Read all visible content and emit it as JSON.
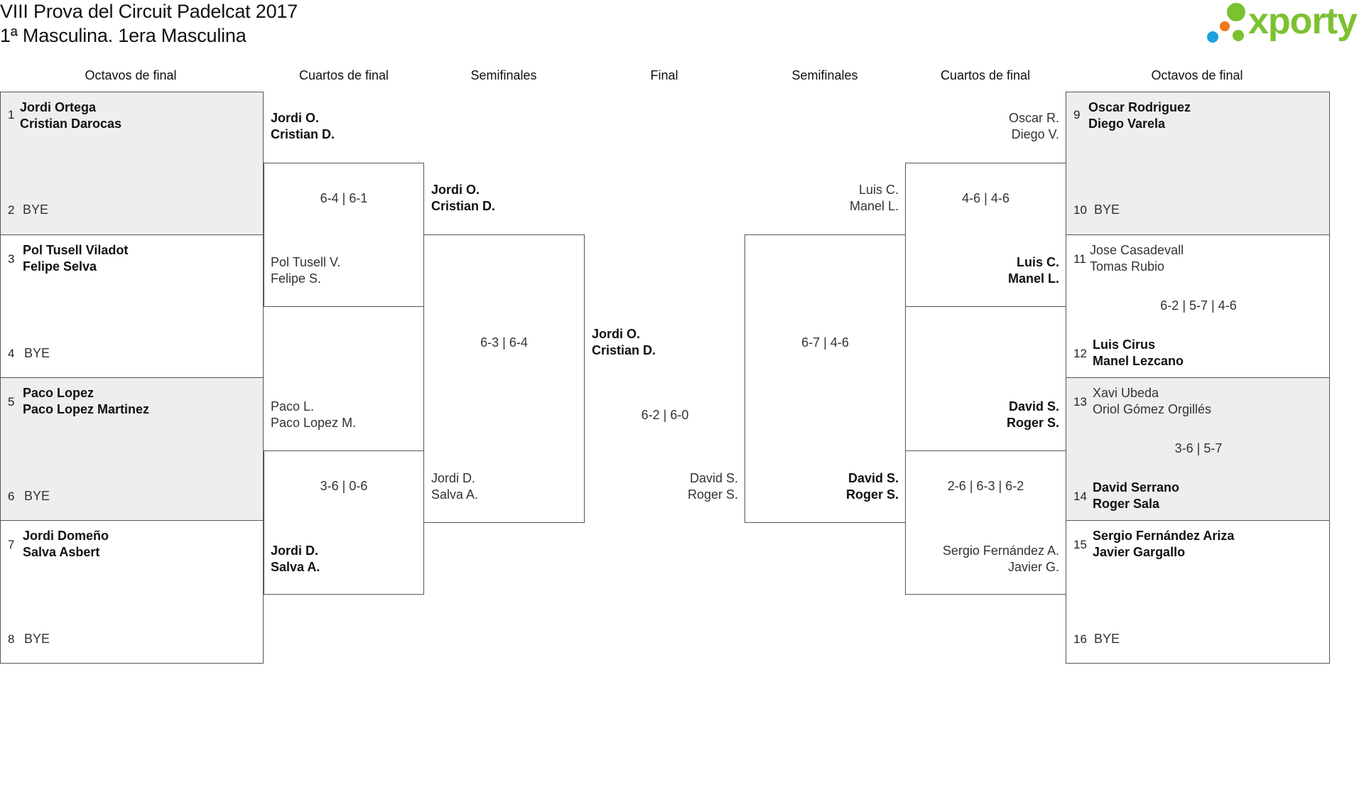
{
  "header": {
    "title": "VIII Prova del Circuit Padelcat 2017",
    "subtitle": "1ª Masculina. 1era Masculina"
  },
  "logo": {
    "text": "xporty",
    "colors": {
      "green": "#7cc130",
      "orange": "#f07a1a",
      "blue": "#1aa0e0"
    }
  },
  "columns": [
    "Octavos de final",
    "Cuartos de final",
    "Semifinales",
    "Final",
    "Semifinales",
    "Cuartos de final",
    "Octavos de final"
  ],
  "left_r16": [
    {
      "a_num": "1",
      "a_p1": "Jordi Ortega",
      "a_p2": "Cristian Darocas",
      "b_num": "2",
      "b_text": "BYE"
    },
    {
      "a_num": "3",
      "a_p1": "Pol Tusell Viladot",
      "a_p2": "Felipe Selva",
      "b_num": "4",
      "b_text": "BYE"
    },
    {
      "a_num": "5",
      "a_p1": "Paco Lopez",
      "a_p2": "Paco Lopez Martinez",
      "b_num": "6",
      "b_text": "BYE"
    },
    {
      "a_num": "7",
      "a_p1": "Jordi Domeño",
      "a_p2": "Salva Asbert",
      "b_num": "8",
      "b_text": "BYE"
    }
  ],
  "left_qf": [
    {
      "t1_p1": "Jordi O.",
      "t1_p2": "Cristian D.",
      "score": "6-4 | 6-1",
      "t2_p1": "Pol Tusell V.",
      "t2_p2": "Felipe S."
    },
    {
      "t1_p1": "Paco L.",
      "t1_p2": "Paco Lopez M.",
      "score": "3-6 | 0-6",
      "t2_p1": "Jordi D.",
      "t2_p2": "Salva A."
    }
  ],
  "left_sf": {
    "t1_p1": "Jordi O.",
    "t1_p2": "Cristian D.",
    "score": "6-3 | 6-4",
    "t2_p1": "Jordi D.",
    "t2_p2": "Salva A."
  },
  "final": {
    "t1_p1": "Jordi O.",
    "t1_p2": "Cristian D.",
    "score": "6-2 | 6-0",
    "t2_p1": "David S.",
    "t2_p2": "Roger S."
  },
  "right_sf": {
    "t1_p1": "Luis C.",
    "t1_p2": "Manel L.",
    "score": "6-7 | 4-6",
    "t2_p1": "David S.",
    "t2_p2": "Roger S."
  },
  "right_qf": [
    {
      "t1_p1": "Oscar R.",
      "t1_p2": "Diego V.",
      "score": "4-6 | 4-6",
      "t2_p1": "Luis C.",
      "t2_p2": "Manel L."
    },
    {
      "t1_p1": "David S.",
      "t1_p2": "Roger S.",
      "score": "2-6 | 6-3 | 6-2",
      "t2_p1": "Sergio Fernández A.",
      "t2_p2": "Javier G."
    }
  ],
  "right_r16": [
    {
      "a_num": "9",
      "a_p1": "Oscar Rodriguez",
      "a_p2": "Diego Varela",
      "b_num": "10",
      "b_p1": "BYE",
      "b_p2": "",
      "score": ""
    },
    {
      "a_num": "11",
      "a_p1": "Jose Casadevall",
      "a_p2": "Tomas Rubio",
      "b_num": "12",
      "b_p1": "Luis Cirus",
      "b_p2": "Manel Lezcano",
      "score": "6-2 | 5-7 | 4-6"
    },
    {
      "a_num": "13",
      "a_p1": "Xavi Ubeda",
      "a_p2": "Oriol Gómez Orgillés",
      "b_num": "14",
      "b_p1": "David Serrano",
      "b_p2": "Roger Sala",
      "score": "3-6 | 5-7"
    },
    {
      "a_num": "15",
      "a_p1": "Sergio Fernández Ariza",
      "a_p2": "Javier Gargallo",
      "b_num": "16",
      "b_p1": "BYE",
      "b_p2": "",
      "score": ""
    }
  ]
}
